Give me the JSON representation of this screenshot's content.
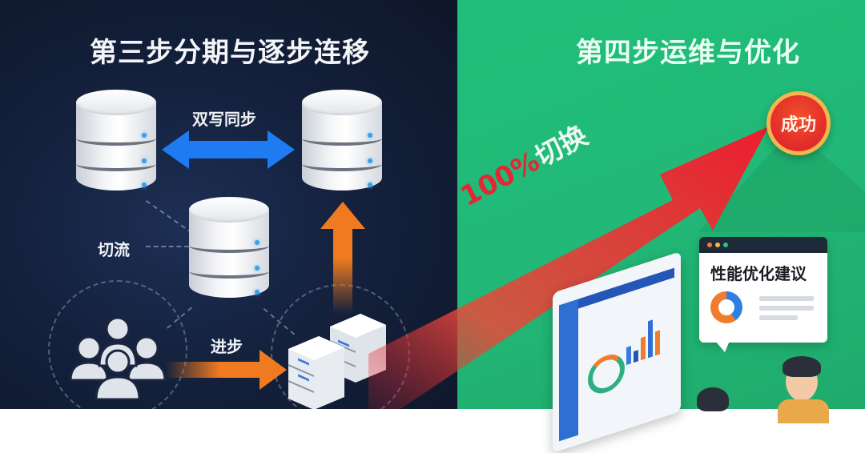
{
  "left_panel": {
    "title": "第三步分期与逐步连移",
    "labels": {
      "dual_write": "双写同步",
      "cut_flow": "切流",
      "progress": "进步"
    },
    "colors": {
      "background": "#14213d",
      "sync_arrow": "#1f7bf2",
      "progress_arrow": "#f07a1f"
    },
    "icons": [
      "database-icon",
      "database-icon",
      "database-icon",
      "users-group-icon",
      "server-stack-icon",
      "bidirectional-arrow-icon",
      "arrow-up-icon",
      "arrow-right-icon"
    ]
  },
  "right_panel": {
    "title": "第四步运维与优化",
    "switch_text_number": "100%",
    "switch_text_label": "切换",
    "badge": "成功",
    "card": {
      "title": "性能优化建议",
      "window_dots": [
        "#f07a3c",
        "#f2b64b",
        "#2fc27f"
      ]
    },
    "colors": {
      "background": "#20b877",
      "rise_arrow": "#e8232f",
      "badge_ring": "#f2b64b"
    }
  }
}
